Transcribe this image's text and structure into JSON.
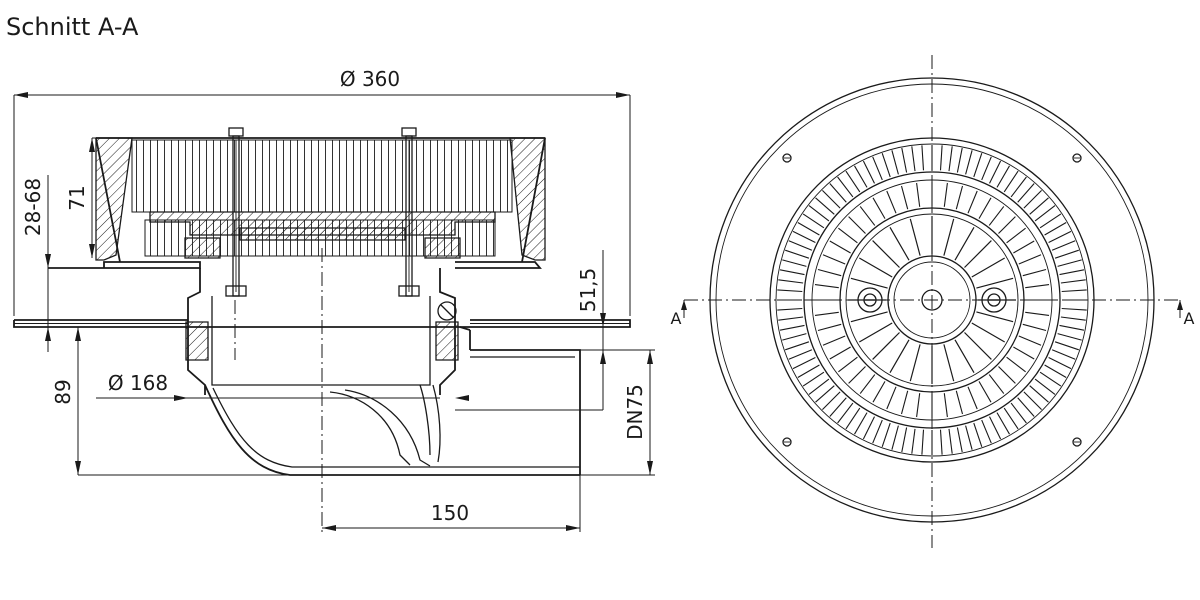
{
  "title": "Schnitt  A-A",
  "dimensions": {
    "outer_diameter": "Ø 360",
    "height_range": "28-68",
    "grate_height": "71",
    "offset": "51,5",
    "pipe_diameter": "Ø 168",
    "total_height": "89",
    "outlet_size": "DN75",
    "outlet_length": "150"
  },
  "section_marks": {
    "left": "A",
    "right": "A"
  }
}
